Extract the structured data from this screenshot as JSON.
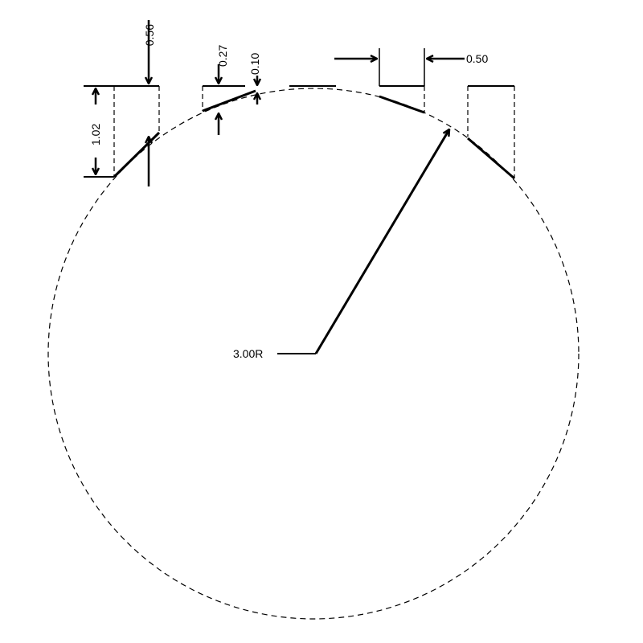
{
  "colors": {
    "background": "#ffffff",
    "stroke": "#000000"
  },
  "labels": {
    "dim_056": "0.56",
    "dim_027": "0.27",
    "dim_010": "0.10",
    "dim_050": "0.50",
    "dim_102": "1.02",
    "radius": "3.00R"
  }
}
